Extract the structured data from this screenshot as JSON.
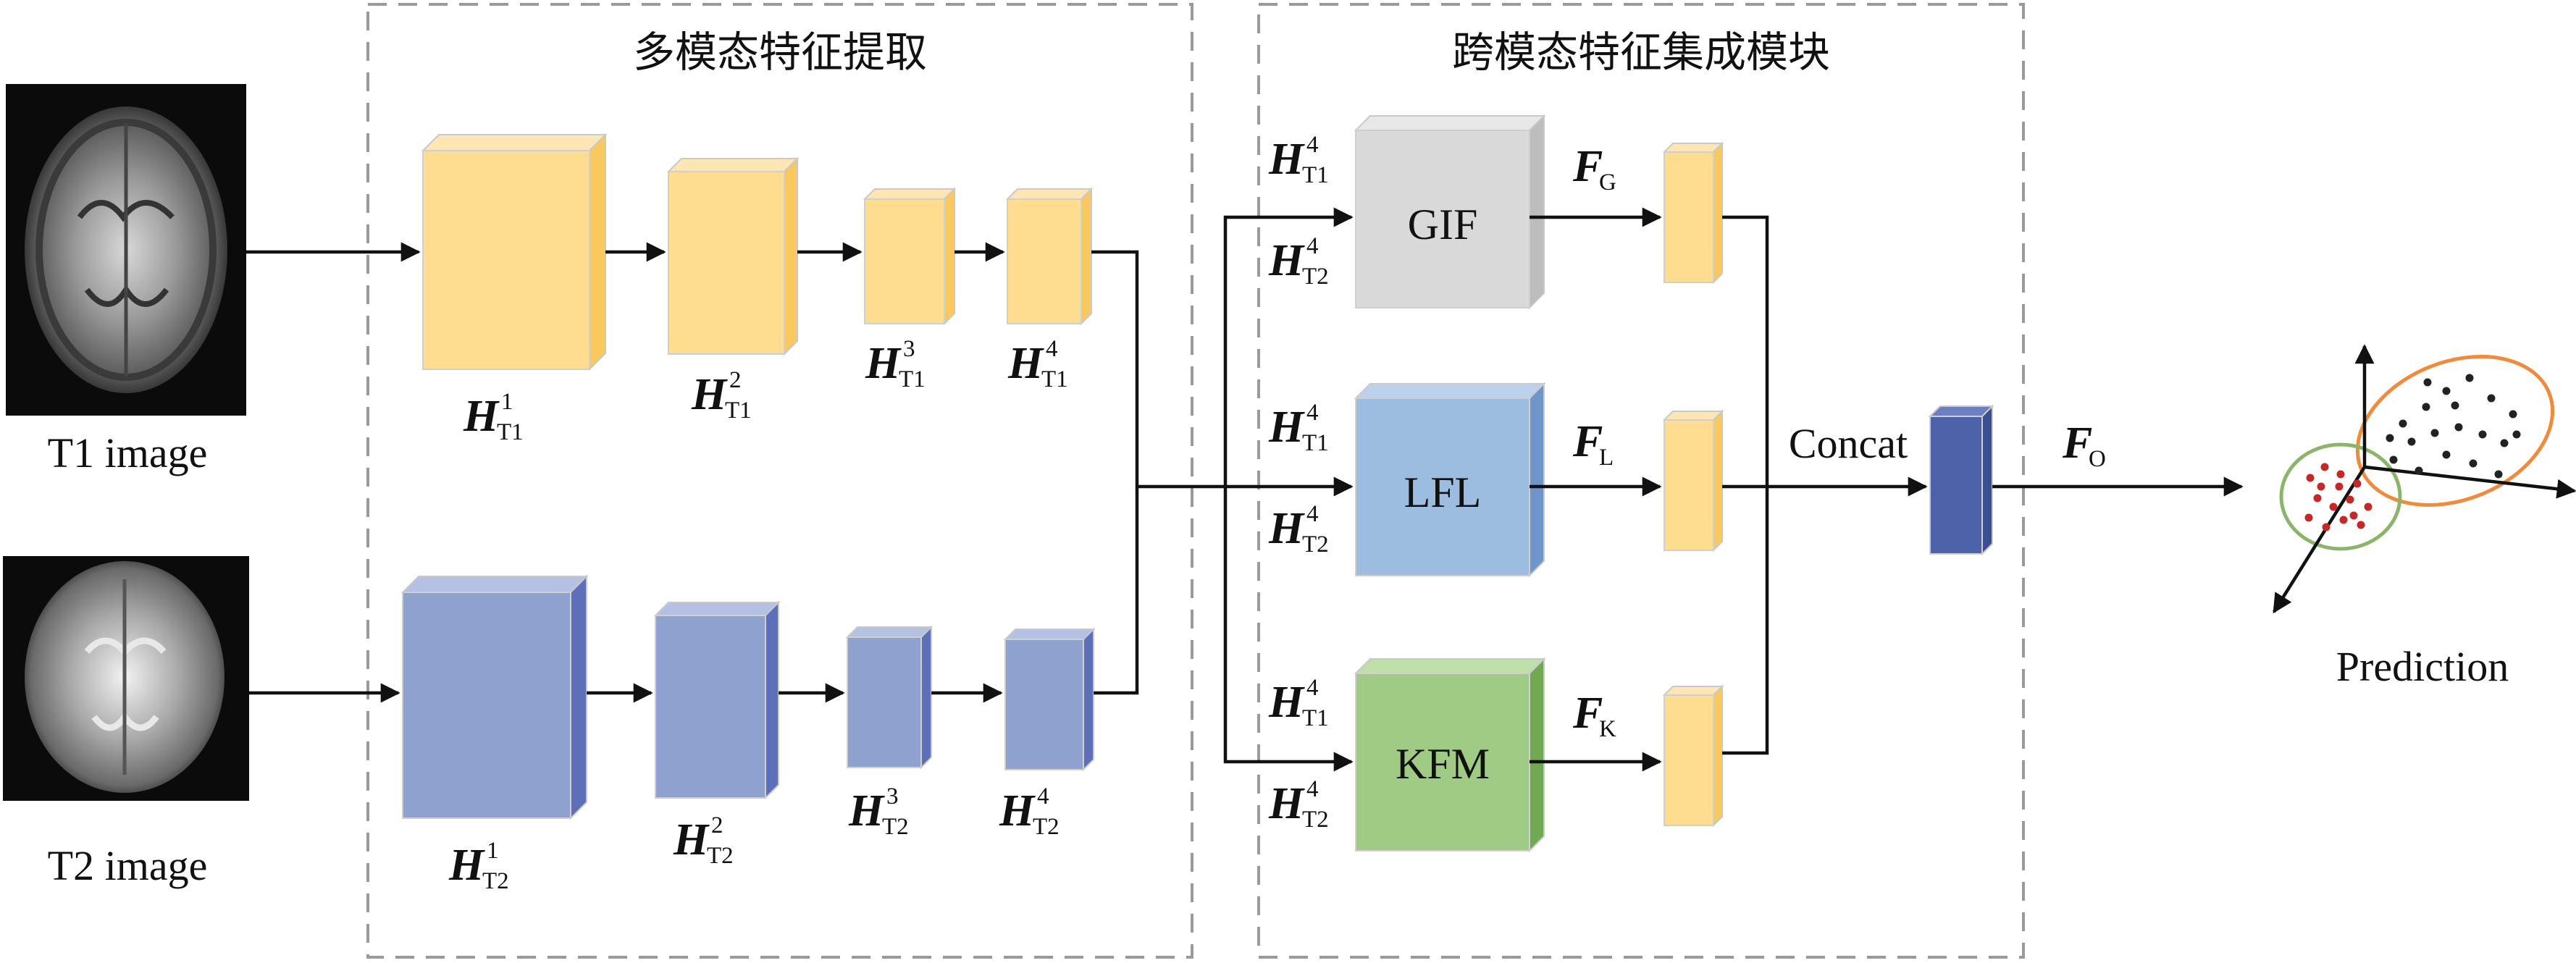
{
  "sections": {
    "extraction_title": "多模态特征提取",
    "integration_title": "跨模态特征集成模块"
  },
  "inputs": {
    "t1_caption": "T1 image",
    "t2_caption": "T2 image"
  },
  "t1_branch": [
    {
      "sym": "H",
      "sup": "1",
      "sub": "T1"
    },
    {
      "sym": "H",
      "sup": "2",
      "sub": "T1"
    },
    {
      "sym": "H",
      "sup": "3",
      "sub": "T1"
    },
    {
      "sym": "H",
      "sup": "4",
      "sub": "T1"
    }
  ],
  "t2_branch": [
    {
      "sym": "H",
      "sup": "1",
      "sub": "T2"
    },
    {
      "sym": "H",
      "sup": "2",
      "sub": "T2"
    },
    {
      "sym": "H",
      "sup": "3",
      "sub": "T2"
    },
    {
      "sym": "H",
      "sup": "4",
      "sub": "T2"
    }
  ],
  "modules": [
    {
      "name": "GIF",
      "output": {
        "sym": "F",
        "sub": "G"
      },
      "inputs": [
        {
          "sym": "H",
          "sup": "4",
          "sub": "T1"
        },
        {
          "sym": "H",
          "sup": "4",
          "sub": "T2"
        }
      ]
    },
    {
      "name": "LFL",
      "output": {
        "sym": "F",
        "sub": "L"
      },
      "inputs": [
        {
          "sym": "H",
          "sup": "4",
          "sub": "T1"
        },
        {
          "sym": "H",
          "sup": "4",
          "sub": "T2"
        }
      ]
    },
    {
      "name": "KFM",
      "output": {
        "sym": "F",
        "sub": "K"
      },
      "inputs": [
        {
          "sym": "H",
          "sup": "4",
          "sub": "T1"
        },
        {
          "sym": "H",
          "sup": "4",
          "sub": "T2"
        }
      ]
    }
  ],
  "concat_label": "Concat",
  "final_output": {
    "sym": "F",
    "sub": "O"
  },
  "prediction_label": "Prediction",
  "colors": {
    "orange_face": "#fedc90",
    "orange_side": "#f9c85e",
    "blue_face": "#8ea1cf",
    "blue_side": "#5d6fb8",
    "gif_face": "#d9d9d9",
    "lfl_face": "#9dbde0",
    "kfm_face": "#9fcb84",
    "concat_face": "#4d62a8",
    "cluster_red": "#c62828",
    "cluster_black": "#222222",
    "ellipse_orange": "#f08a3c",
    "ellipse_green": "#8bb56a"
  }
}
